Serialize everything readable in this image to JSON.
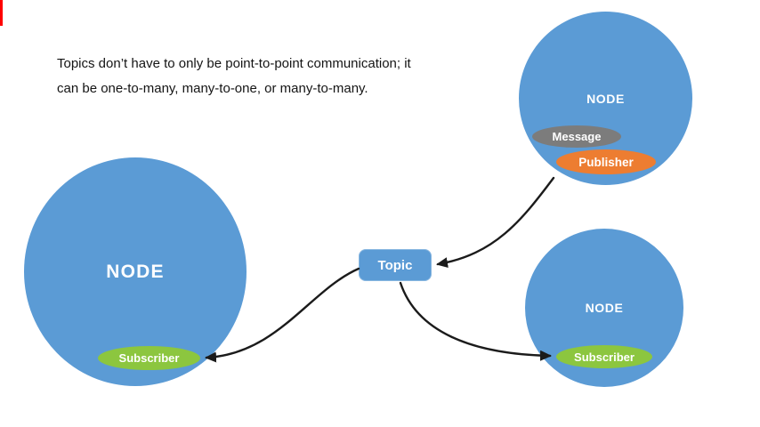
{
  "caption": {
    "text": "Topics don’t have to only be point-to-point communication; it can be one-to-many, many-to-one, or many-to-many."
  },
  "diagram": {
    "topic": {
      "label": "Topic"
    },
    "left_node": {
      "label": "NODE",
      "subscriber_label": "Subscriber"
    },
    "top_right_node": {
      "label": "NODE",
      "message_label": "Message",
      "publisher_label": "Publisher"
    },
    "bottom_right_node": {
      "label": "NODE",
      "subscriber_label": "Subscriber"
    },
    "connections": [
      {
        "from": "Publisher (top-right node)",
        "to": "Topic"
      },
      {
        "from": "Topic",
        "to": "Subscriber (left node)"
      },
      {
        "from": "Topic",
        "to": "Subscriber (bottom-right node)"
      }
    ],
    "colors": {
      "node_blue": "#5B9BD5",
      "subscriber_green": "#8CC63F",
      "publisher_orange": "#ED7D31",
      "message_gray": "#7C7C7C",
      "arrow_black": "#1b1b1b",
      "label_white": "#ffffff",
      "red_marker": "#ff0000"
    }
  }
}
